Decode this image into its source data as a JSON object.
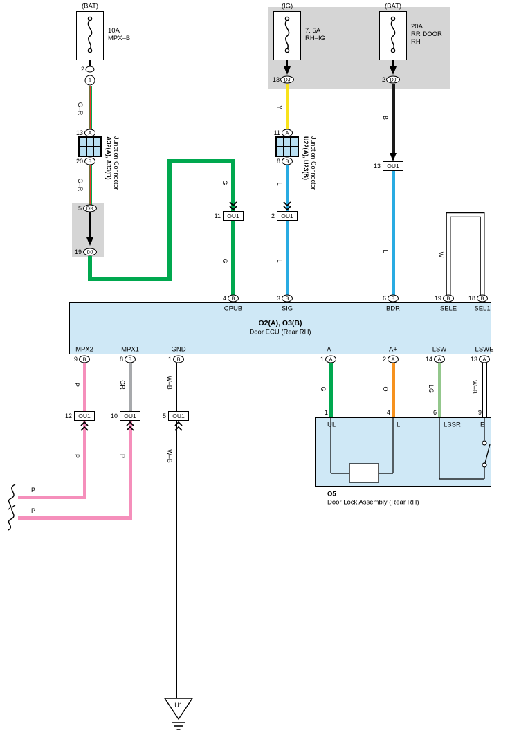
{
  "fuses": {
    "left": {
      "tag": "(BAT)",
      "rating": "10A",
      "name": "MPX–B",
      "pin_num": "2",
      "connector_num": "1"
    },
    "mid": {
      "tag": "(IG)",
      "rating": "7. 5A",
      "name": "RH–IG",
      "pin_num": "13",
      "pin_label": "DJ"
    },
    "right": {
      "tag": "(BAT)",
      "rating": "20A",
      "name1": "RR DOOR",
      "name2": "RH",
      "pin_num": "2",
      "pin_label": "DJ"
    }
  },
  "junctions": {
    "a": {
      "title": "A32(A), A33(B)",
      "subtitle": "Junction Connector",
      "top_num": "13",
      "top_label": "A",
      "bot_num": "20",
      "bot_label": "B"
    },
    "u": {
      "title": "U22(A), U23(B)",
      "subtitle": "Junction Connector",
      "top_num": "11",
      "top_label": "A",
      "bot_num": "8",
      "bot_label": "B"
    }
  },
  "pass_through": {
    "in_num": "5",
    "in_label": "DK",
    "out_num": "19",
    "out_label": "DJ"
  },
  "ou1": {
    "cpub": {
      "num": "11",
      "label": "OU1"
    },
    "sig": {
      "num": "2",
      "label": "OU1"
    },
    "bdr": {
      "num": "13",
      "label": "OU1"
    },
    "mpx2": {
      "num": "12",
      "label": "OU1"
    },
    "mpx1": {
      "num": "10",
      "label": "OU1"
    },
    "gnd": {
      "num": "5",
      "label": "OU1"
    }
  },
  "wire_labels": {
    "gr_upper": "G–R",
    "gr_lower": "G–R",
    "g_mid_upper": "G",
    "g_mid_lower": "G",
    "y": "Y",
    "l_sig_upper": "L",
    "l_sig_lower": "L",
    "b": "B",
    "l_bdr": "L",
    "w": "W",
    "p_mpx2": "P",
    "p_mpx2_low": "P",
    "gr_mpx1": "GR",
    "p_mpx1_low": "P",
    "p_h1": "P",
    "p_h2": "P",
    "wb_gnd": "W–B",
    "wb_gnd_low": "W–B",
    "g_alow": "G",
    "o_aplus": "O",
    "lg_lsw": "LG",
    "wb_lswe": "W–B"
  },
  "ecu": {
    "title": "O2(A), O3(B)",
    "subtitle": "Door ECU (Rear RH)",
    "pins_top": [
      {
        "num": "4",
        "t": "B",
        "name": "CPUB"
      },
      {
        "num": "3",
        "t": "B",
        "name": "SIG"
      },
      {
        "num": "6",
        "t": "B",
        "name": "BDR"
      },
      {
        "num": "19",
        "t": "B",
        "name": "SELE"
      },
      {
        "num": "18",
        "t": "B",
        "name": "SEL1"
      }
    ],
    "pins_bottom": [
      {
        "num": "9",
        "t": "B",
        "name": "MPX2"
      },
      {
        "num": "8",
        "t": "B",
        "name": "MPX1"
      },
      {
        "num": "1",
        "t": "B",
        "name": "GND"
      },
      {
        "num": "1",
        "t": "A",
        "name": "A–"
      },
      {
        "num": "2",
        "t": "A",
        "name": "A+"
      },
      {
        "num": "14",
        "t": "A",
        "name": "LSW"
      },
      {
        "num": "13",
        "t": "A",
        "name": "LSWE"
      }
    ]
  },
  "door_lock": {
    "code": "O5",
    "name": "Door Lock Assembly (Rear RH)",
    "pins": [
      {
        "num": "1",
        "name": "UL"
      },
      {
        "num": "4",
        "name": "L"
      },
      {
        "num": "6",
        "name": "LSSR"
      },
      {
        "num": "9",
        "name": "E"
      }
    ]
  },
  "ground": {
    "label": "U1"
  },
  "colors": {
    "green": "#00a84f",
    "red_stripe": "#e8372c",
    "yellow": "#f8e21b",
    "blue": "#29abe2",
    "black": "#1a1a1a",
    "pink": "#f58fbb",
    "gray": "#a7a9ac",
    "orange": "#f6921e",
    "light_green": "#93c78c",
    "panel_gray": "#d5d5d5",
    "component_blue": "#cfe8f6"
  }
}
